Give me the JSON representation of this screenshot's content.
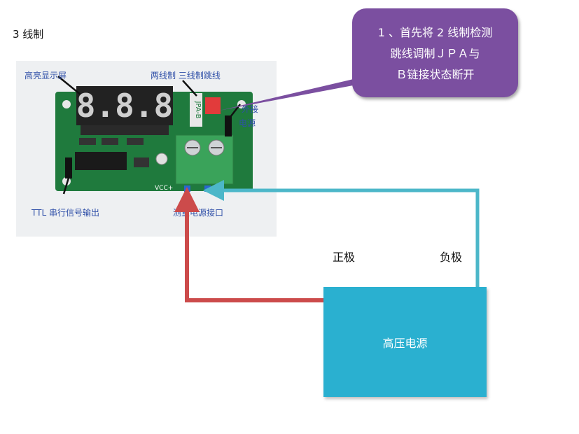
{
  "title": "3 线制",
  "callout": {
    "lines": [
      "1 、首先将 2 线制检测",
      "跳线调制ＪＰＡ与",
      "Ｂ链接状态断开"
    ],
    "color": "#7b4fa0"
  },
  "board_labels": {
    "display": "高亮显示屏",
    "jumper": "两线制 三线制跳线",
    "power_top": "外接",
    "power_bottom": "电源",
    "ttl": "TTL 串行信号输出",
    "measure_port": "测量电源接口",
    "display_digits": "8.8.8",
    "jumper_marking": "JPA-B",
    "vcc": "VCC+"
  },
  "polarity": {
    "positive": "正极",
    "negative": "负极"
  },
  "psu": {
    "label": "高压电源",
    "color": "#2ab0d0"
  },
  "wire_colors": {
    "positive": "#cc4b4b",
    "negative": "#4cb7c9"
  }
}
